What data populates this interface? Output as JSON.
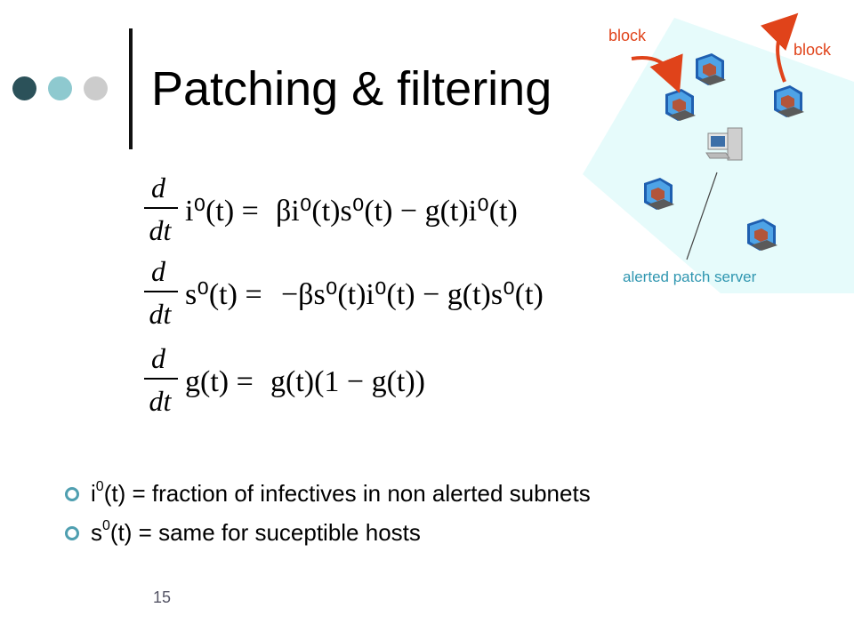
{
  "slide": {
    "title": "Patching & filtering",
    "page_number": "15",
    "colors": {
      "dot1": "#2b5159",
      "dot2": "#8ec9cf",
      "dot3": "#cccccc",
      "network_bg": "#e6fbfb",
      "arrow": "#e0431a",
      "server_label": "#2f96b0"
    }
  },
  "diagram": {
    "block_label_left": "block",
    "block_label_right": "block",
    "server_label": "alerted patch server",
    "icons": [
      "computer-icon",
      "server-icon"
    ]
  },
  "equations": {
    "eq1": {
      "frac_top": "d",
      "frac_bottom": "dt",
      "lhs": "i⁰(t) =",
      "rhs": "βi⁰(t)s⁰(t) − g(t)i⁰(t)"
    },
    "eq2": {
      "frac_top": "d",
      "frac_bottom": "dt",
      "lhs": "s⁰(t) =",
      "rhs": "−βs⁰(t)i⁰(t) − g(t)s⁰(t)"
    },
    "eq3": {
      "frac_top": "d",
      "frac_bottom": "dt",
      "lhs": "g(t) =",
      "rhs": "g(t)(1 − g(t))"
    }
  },
  "bullets": [
    {
      "var": "i",
      "sup": "0",
      "text": "(t) = fraction of infectives in non alerted subnets"
    },
    {
      "var": "s",
      "sup": "0",
      "text": "(t) = same for suceptible hosts"
    }
  ]
}
